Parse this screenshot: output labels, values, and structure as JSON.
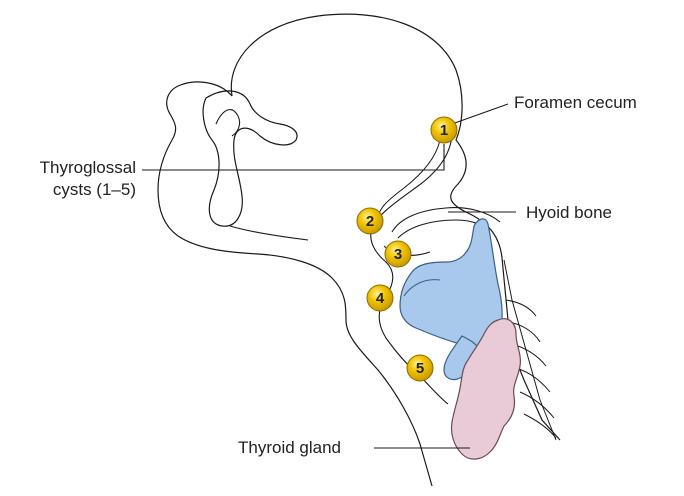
{
  "labels": {
    "foramen_cecum": "Foramen cecum",
    "thyroglossal_line1": "Thyroglossal",
    "thyroglossal_line2": "cysts (1–5)",
    "hyoid_bone": "Hyoid bone",
    "thyroid_gland": "Thyroid gland"
  },
  "markers": [
    "1",
    "2",
    "3",
    "4",
    "5"
  ],
  "colors": {
    "outline": "#1a1a1a",
    "cartilage_fill": "#a8c9ec",
    "cartilage_stroke": "#3a5f8a",
    "thyroid_fill": "#e8cbd7",
    "thyroid_stroke": "#6b4a58",
    "marker_fill": "#f2c400",
    "marker_stroke": "#8a6d00",
    "marker_text": "#222222"
  }
}
